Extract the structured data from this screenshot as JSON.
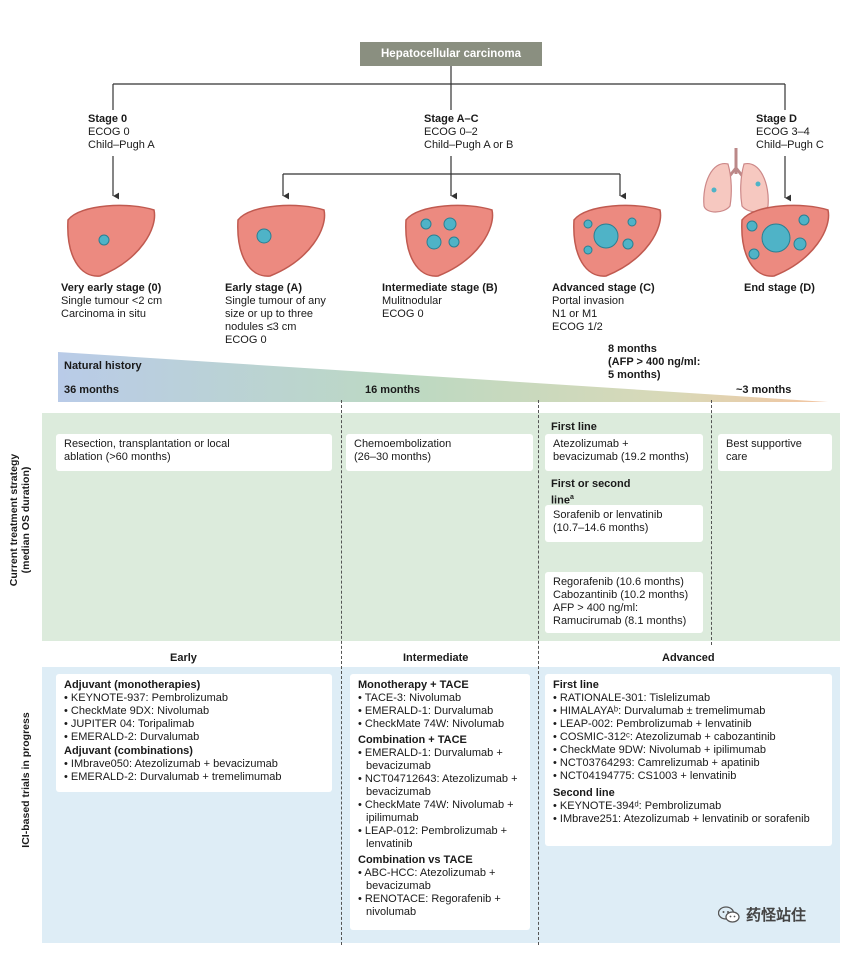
{
  "title": "Hepatocellular carcinoma",
  "stages": [
    {
      "name": "Stage 0",
      "lines": [
        "ECOG 0",
        "Child–Pugh A"
      ]
    },
    {
      "name": "Stage A–C",
      "lines": [
        "ECOG 0–2",
        "Child–Pugh A or B"
      ]
    },
    {
      "name": "Stage D",
      "lines": [
        "ECOG 3–4",
        "Child–Pugh C"
      ]
    }
  ],
  "substages": [
    {
      "name": "Very early stage (0)",
      "lines": [
        "Single tumour <2 cm",
        "Carcinoma in situ"
      ]
    },
    {
      "name": "Early stage (A)",
      "lines": [
        "Single tumour of any",
        "size or up to three",
        "nodules ≤3 cm",
        "ECOG 0"
      ]
    },
    {
      "name": "Intermediate stage (B)",
      "lines": [
        "Mulitnodular",
        "ECOG 0"
      ]
    },
    {
      "name": "Advanced stage (C)",
      "lines": [
        "Portal invasion",
        "N1 or M1",
        "ECOG 1/2"
      ]
    },
    {
      "name": "End stage (D)",
      "lines": []
    }
  ],
  "natural_history": {
    "label": "Natural history",
    "durations": [
      "36 months",
      "16 months",
      "~3 months"
    ],
    "advanced_note": [
      "8 months",
      "(AFP > 400 ng/ml:",
      "5 months)"
    ]
  },
  "treatment": {
    "side_label": [
      "Current treatment strategy",
      "(median OS duration)"
    ],
    "early": [
      "Resection, transplantation or local",
      "ablation (>60 months)"
    ],
    "intermediate": [
      "Chemoembolization",
      "(26–30 months)"
    ],
    "first_line_title": "First line",
    "first_line": [
      "Atezolizumab +",
      "bevacizumab (19.2 months)"
    ],
    "second_line_title": [
      "First or second",
      "line"
    ],
    "second_line_sup": "a",
    "second_line": [
      "Sorafenib or lenvatinib",
      "(10.7–14.6 months)"
    ],
    "later": [
      "Regorafenib (10.6 months)",
      "Cabozantinib (10.2 months)",
      "AFP > 400 ng/ml:",
      "Ramucirumab  (8.1 months)"
    ],
    "end": [
      "Best supportive",
      "care"
    ]
  },
  "trials": {
    "side_label": "ICI-based trials in progress",
    "columns": [
      "Early",
      "Intermediate",
      "Advanced"
    ],
    "early": [
      {
        "title": "Adjuvant (monotherapies)",
        "items": [
          "KEYNOTE-937: Pembrolizumab",
          "CheckMate 9DX: Nivolumab",
          "JUPITER 04: Toripalimab",
          "EMERALD-2: Durvalumab"
        ]
      },
      {
        "title": "Adjuvant (combinations)",
        "items": [
          "IMbrave050: Atezolizumab + bevacizumab",
          "EMERALD-2: Durvalumab + tremelimumab"
        ]
      }
    ],
    "intermediate": [
      {
        "title": "Monotherapy + TACE",
        "items": [
          "TACE-3: Nivolumab",
          "EMERALD-1: Durvalumab",
          "CheckMate 74W: Nivolumab"
        ]
      },
      {
        "title": "Combination + TACE",
        "items": [
          "EMERALD-1: Durvalumab + bevacizumab",
          "NCT04712643: Atezolizumab + bevacizumab",
          "CheckMate 74W: Nivolumab + ipilimumab",
          "LEAP-012: Pembrolizumab + lenvatinib"
        ]
      },
      {
        "title": "Combination vs TACE",
        "items": [
          "ABC-HCC: Atezolizumab + bevacizumab",
          "RENOTACE: Regorafenib + nivolumab"
        ]
      }
    ],
    "advanced": [
      {
        "title": "First line",
        "items": [
          "RATIONALE-301: Tislelizumab",
          "HIMALAYAᵇ: Durvalumab ± tremelimumab",
          "LEAP-002: Pembrolizumab + lenvatinib",
          "COSMIC-312ᶜ: Atezolizumab + cabozantinib",
          "CheckMate 9DW: Nivolumab + ipilimumab",
          "NCT03764293: Camrelizumab + apatinib",
          "NCT04194775: CS1003 + lenvatinib"
        ]
      },
      {
        "title": "Second line",
        "items": [
          "KEYNOTE-394ᵈ: Pembrolizumab",
          "IMbrave251: Atezolizumab + lenvatinib or sorafenib"
        ]
      }
    ]
  },
  "watermark": "药怪站住",
  "colors": {
    "liver": "#ec8a80",
    "tumour": "#4fb3c7",
    "green_panel": "#dcebdc",
    "blue_panel": "#deedf6",
    "title_box": "#8a8f80"
  }
}
